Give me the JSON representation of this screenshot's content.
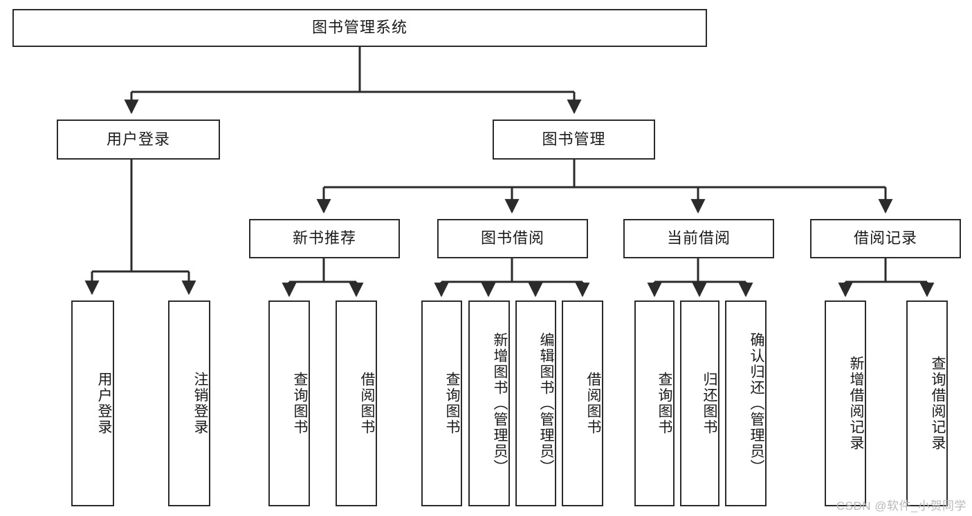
{
  "diagram": {
    "title": "图书管理系统",
    "watermark": "CSDN @软件_小贺同学",
    "root": {
      "label": "图书管理系统"
    },
    "level2": [
      {
        "id": "user-login",
        "label": "用户登录"
      },
      {
        "id": "book-management",
        "label": "图书管理"
      }
    ],
    "level3": [
      {
        "id": "new-book-recommend",
        "label": "新书推荐"
      },
      {
        "id": "book-borrow",
        "label": "图书借阅"
      },
      {
        "id": "current-borrow",
        "label": "当前借阅"
      },
      {
        "id": "borrow-record",
        "label": "借阅记录"
      }
    ],
    "leaves": {
      "user_login": [
        {
          "id": "leaf-user-login",
          "label": "用户登录"
        },
        {
          "id": "leaf-logout-login",
          "label": "注销登录"
        }
      ],
      "new_book_recommend": [
        {
          "id": "leaf-query-book-1",
          "label": "查询图书"
        },
        {
          "id": "leaf-borrow-book-1",
          "label": "借阅图书"
        }
      ],
      "book_borrow": [
        {
          "id": "leaf-query-book-2",
          "label": "查询图书"
        },
        {
          "id": "leaf-add-book",
          "label": "新增图书（管理员）"
        },
        {
          "id": "leaf-edit-book",
          "label": "编辑图书（管理员）"
        },
        {
          "id": "leaf-borrow-book-2",
          "label": "借阅图书"
        }
      ],
      "current_borrow": [
        {
          "id": "leaf-query-book-3",
          "label": "查询图书"
        },
        {
          "id": "leaf-return-book",
          "label": "归还图书"
        },
        {
          "id": "leaf-confirm-return",
          "label": "确认归还（管理员）"
        }
      ],
      "borrow_record": [
        {
          "id": "leaf-add-record",
          "label": "新增借阅记录"
        },
        {
          "id": "leaf-query-record",
          "label": "查询借阅记录"
        }
      ]
    },
    "colors": {
      "stroke": "#2b2b2b",
      "background": "#ffffff",
      "text": "#1a1a1a",
      "watermark": "#b9b9b9"
    }
  }
}
